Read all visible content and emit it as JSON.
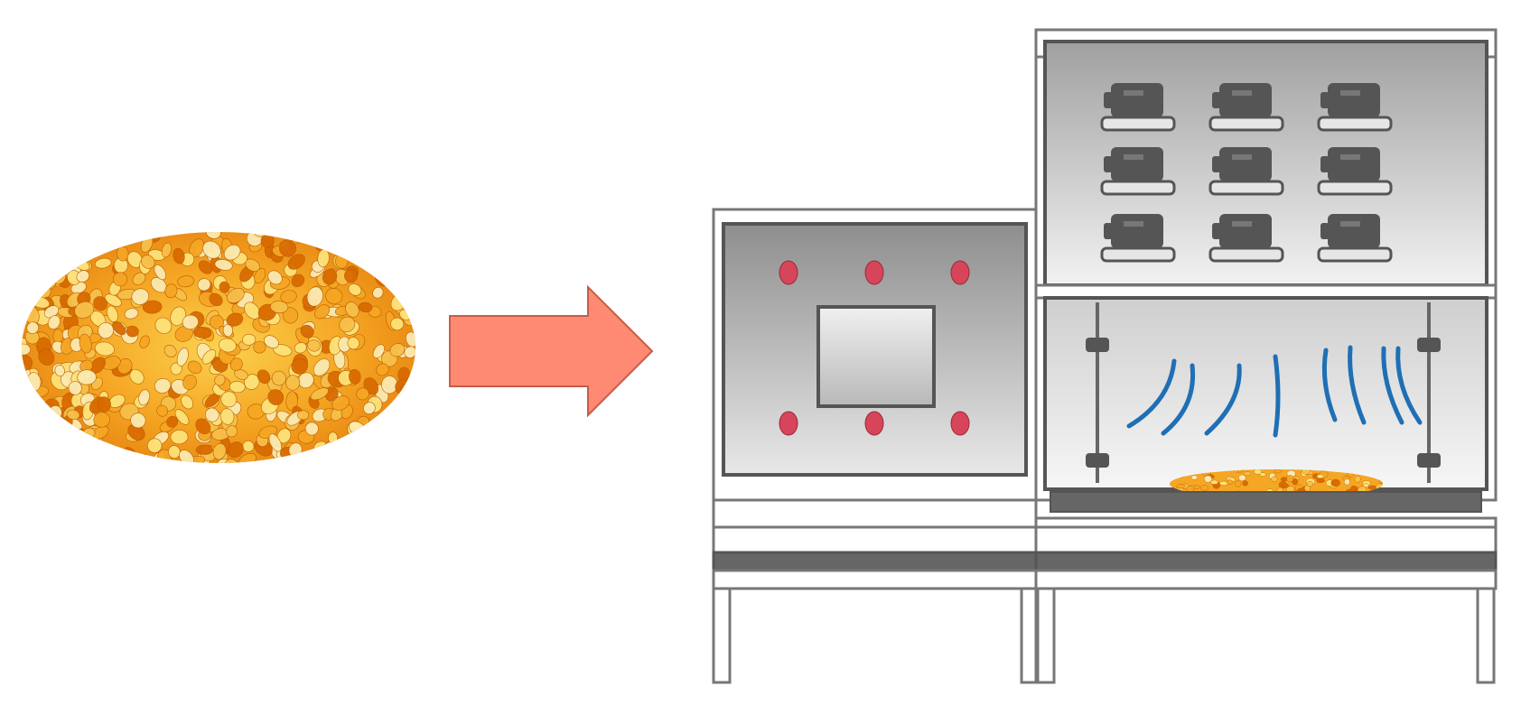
{
  "diagram": {
    "grain_name": "corn-kernels",
    "process_name": "microwave-treatment",
    "colors": {
      "grain_light": "#fde27a",
      "grain_mid": "#f5a623",
      "grain_dark": "#d96b00",
      "arrow_fill": "#ff8a73",
      "arrow_stroke": "#c45d48",
      "frame_stroke": "#777777",
      "panel_dark": "#8e8e8e",
      "panel_light": "#e8e8e8",
      "sensor_red": "#d6455a",
      "wave_blue": "#1f6fb5",
      "module_dark": "#555555"
    },
    "sensor_count": 6,
    "module_rows": 3,
    "module_cols": 3,
    "wave_count": 8
  }
}
